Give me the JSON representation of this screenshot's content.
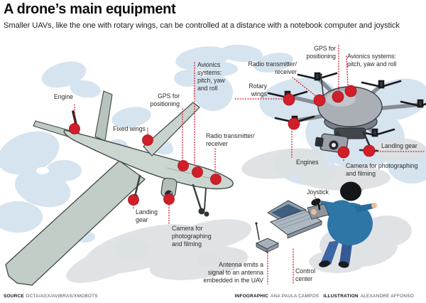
{
  "header": {
    "title": "A drone’s main equipment",
    "subtitle": "Smaller UAVs, like the one with rotary wings, can be controlled at a distance with a notebook computer and joystick"
  },
  "labels": {
    "engine": "Engine",
    "fixed_wings": "Fixed wings",
    "gps_left": "GPS for\npositioning",
    "avionics_left": "Avionics\nsystems:\npitch, yaw\nand roll",
    "radio_left": "Radio transmitter/\nreceiver",
    "landing_gear_left": "Landing\ngear",
    "camera_left": "Camera for\nphotographing\nand filming",
    "gps_right": "GPS for\npositioning",
    "avionics_right": "Avionics systems:\npitch, yaw and roll",
    "radio_right": "Radio transmitter/\nreceiver",
    "rotary_wings": "Rotary\nwings",
    "engines_right": "Engines",
    "camera_right": "Camera for photographing\nand filming",
    "landing_gear_right": "Landing gear",
    "joystick": "Joystick",
    "antenna_note": "Antenna emits a\nsignal to an antenna\nembedded in the UAV",
    "control_center": "Control\ncenter"
  },
  "footer": {
    "source_label": "SOURCE",
    "source_value": "DCTA/AGX/AVIBRAS/XMOBOTS",
    "infographic_label": "INFOGRAPHIC",
    "infographic_value": "ANA PAULA CAMPOS",
    "illustration_label": "ILLUSTRATION",
    "illustration_value": "ALEXANDRE AFFONSO"
  },
  "illustrations": {
    "left": "fixed-wing-uav",
    "right": "hexacopter-uav",
    "ground": "operator-with-joystick-laptop-and-antenna"
  },
  "colors": {
    "accent_red": "#d01f2a",
    "map_blue": "#d6e4f0",
    "shadow_gray": "#dde0e3",
    "uav_body": "#ccd6d1",
    "hexacopter_gray": "#a9afb5",
    "operator_sweater": "#2d76a6",
    "operator_jeans": "#3d66a4"
  }
}
